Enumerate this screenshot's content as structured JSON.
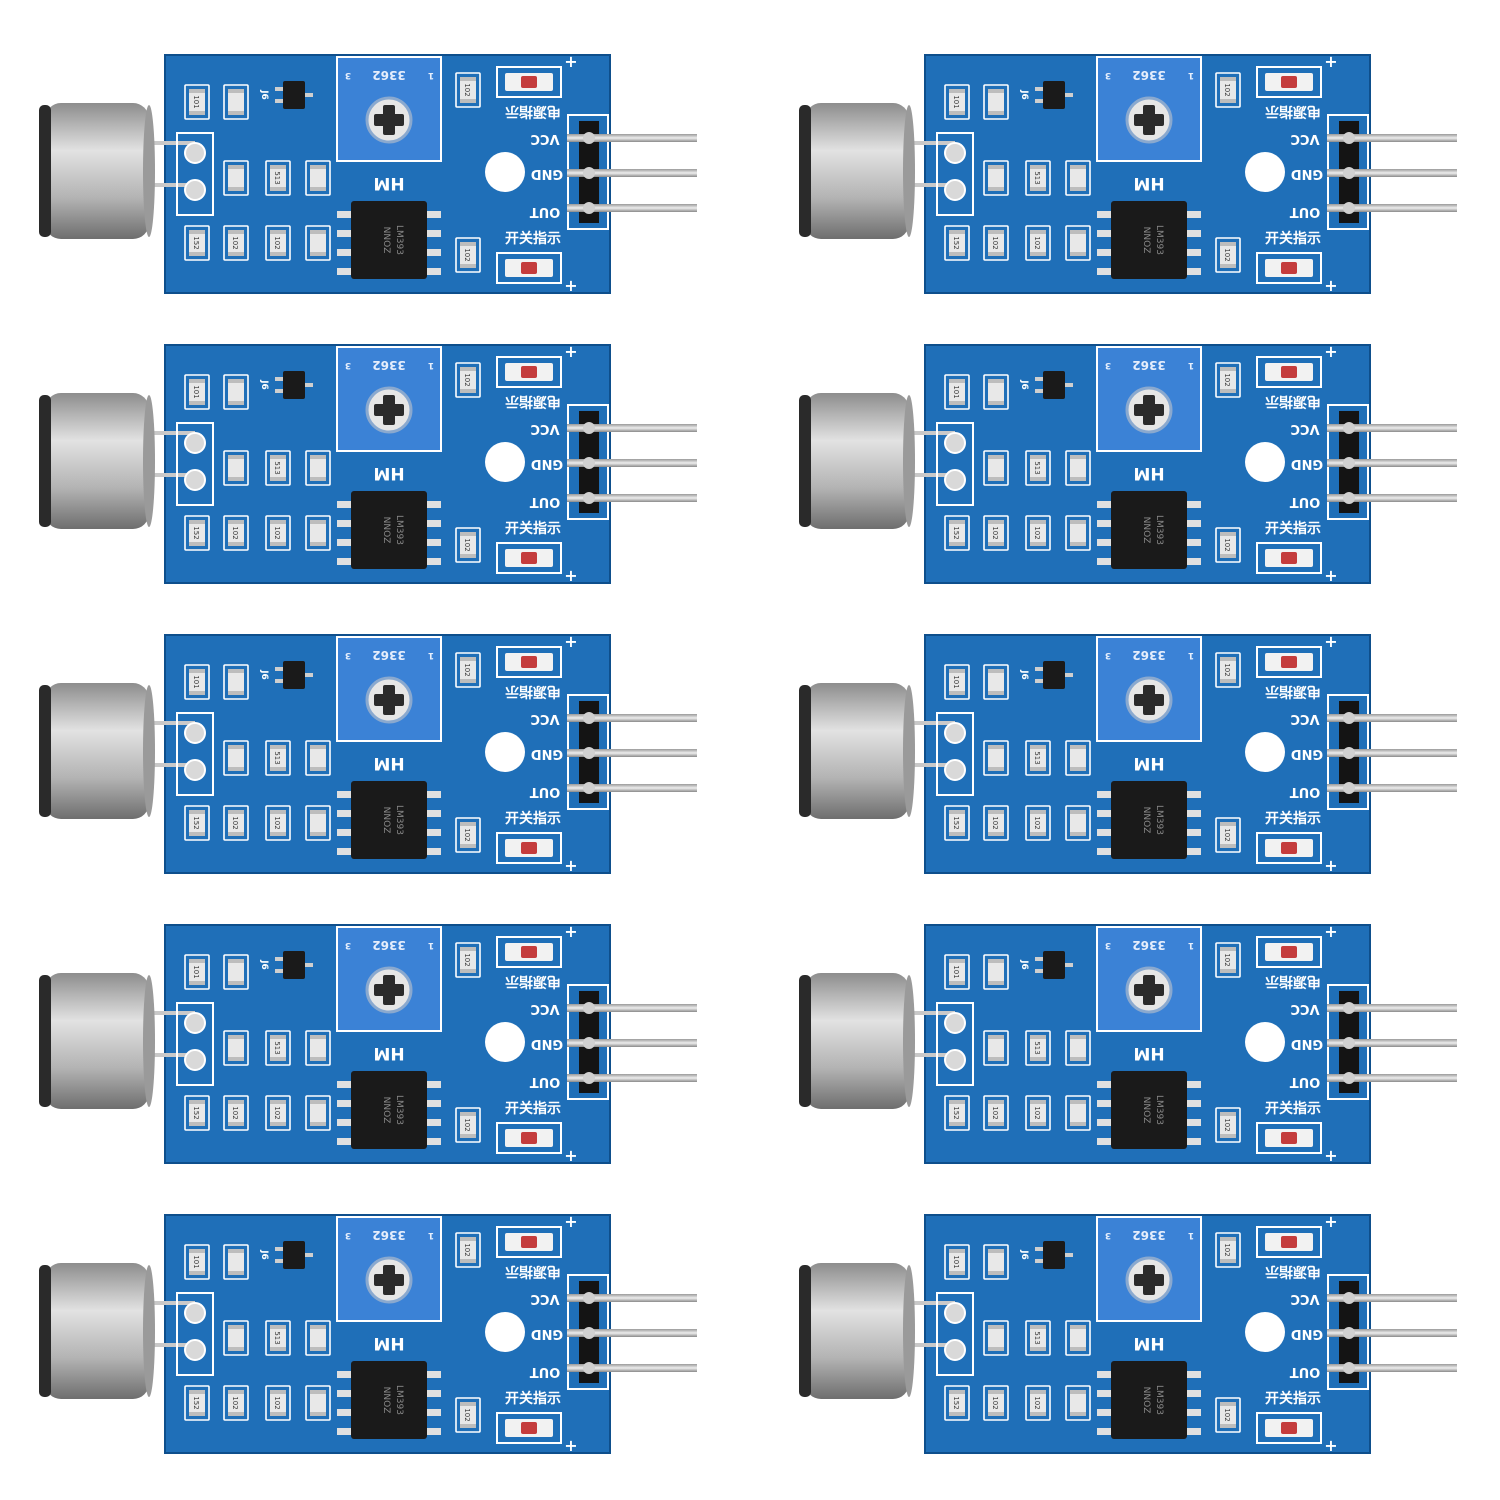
{
  "scene": {
    "board_count": 10,
    "columns": 2,
    "rows": 5,
    "colors": {
      "pcb": "#1f6fb8",
      "pcb_edge": "#0e4f8c",
      "pot": "#3b82d6",
      "chip": "#1a1a1a",
      "smd": "#e8e8e8",
      "smd_mark": "#3a3a3a",
      "metal": "#b5b5b5",
      "mic_face": "#2a2a2a"
    }
  },
  "board": {
    "pot_code": "3362",
    "pot_pin1": "1",
    "pot_pin3": "3",
    "brand": "HM",
    "label_power_led": "电源指示",
    "label_switch_led": "开关指示",
    "pin_vcc": "VCC",
    "pin_gnd": "GND",
    "pin_out": "OUT",
    "plus": "+",
    "transistor": "J6",
    "r_101": "101",
    "r_513": "513",
    "r_102": "102",
    "r_152": "152",
    "chip_line1": "LM393",
    "chip_line2": "NNOZ"
  }
}
